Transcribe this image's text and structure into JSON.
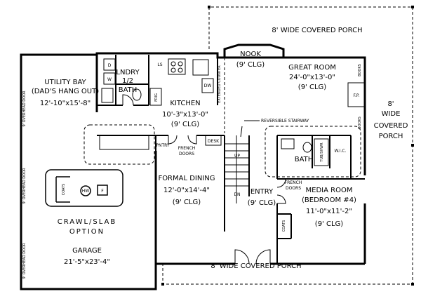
{
  "colors": {
    "line": "#000000",
    "background": "#ffffff"
  },
  "porch_top": "8' WIDE COVERED PORCH",
  "porch_bottom": "8' WIDE COVERED PORCH",
  "porch_right": [
    "8'",
    "WIDE",
    "COVERED",
    "PORCH"
  ],
  "nook": {
    "name": "NOOK",
    "clg": "(9' CLG)"
  },
  "great_room": {
    "name": "GREAT ROOM",
    "size": "24'-0\"x13'-0\"",
    "clg": "(9' CLG)"
  },
  "utility_bay": {
    "name": "UTILITY BAY",
    "note": "(DAD'S HANG OUT)",
    "size": "12'-10\"x15'-8\""
  },
  "laundry": {
    "name": "LNDRY",
    "half": "1/2",
    "bath": "BATH"
  },
  "kitchen": {
    "name": "KITCHEN",
    "size": "10'-3\"x13'-0\"",
    "clg": "(9' CLG)"
  },
  "formal_dining": {
    "name": "FORMAL DINING",
    "size": "12'-0\"x14'-4\"",
    "clg": "(9' CLG)"
  },
  "entry": {
    "name": "ENTRY",
    "clg": "(9' CLG)"
  },
  "media_room": {
    "name": "MEDIA ROOM",
    "alt": "(BEDROOM #4)",
    "size": "11'-0\"x11'-2\"",
    "clg": "(9' CLG)"
  },
  "bath": "BATH",
  "garage": {
    "name": "GARAGE",
    "size": "21'-5\"x23'-4\""
  },
  "crawl": {
    "line1": "CRAWL/SLAB",
    "line2": "OPTION"
  },
  "labels": {
    "reversible_stairway": "REVERSIBLE STAIRWAY",
    "pntry": "PNTRY",
    "french_doors": [
      "FRENCH",
      "DOORS"
    ],
    "desk": "DESK",
    "up": "UP",
    "dn": "DN",
    "coats": "COATS",
    "hw": "HW",
    "f": "F",
    "frig": "FRIG",
    "dw": "DW",
    "ls": "LS",
    "d": "D",
    "w": "W",
    "fp": "F.P.",
    "books": "BOOKS",
    "wic": "W.I.C.",
    "tub": "TUB/SHWR",
    "overhead_door": "9' OVERHEAD DOOR",
    "extended_counter": "EXTENDED COUNTER"
  }
}
